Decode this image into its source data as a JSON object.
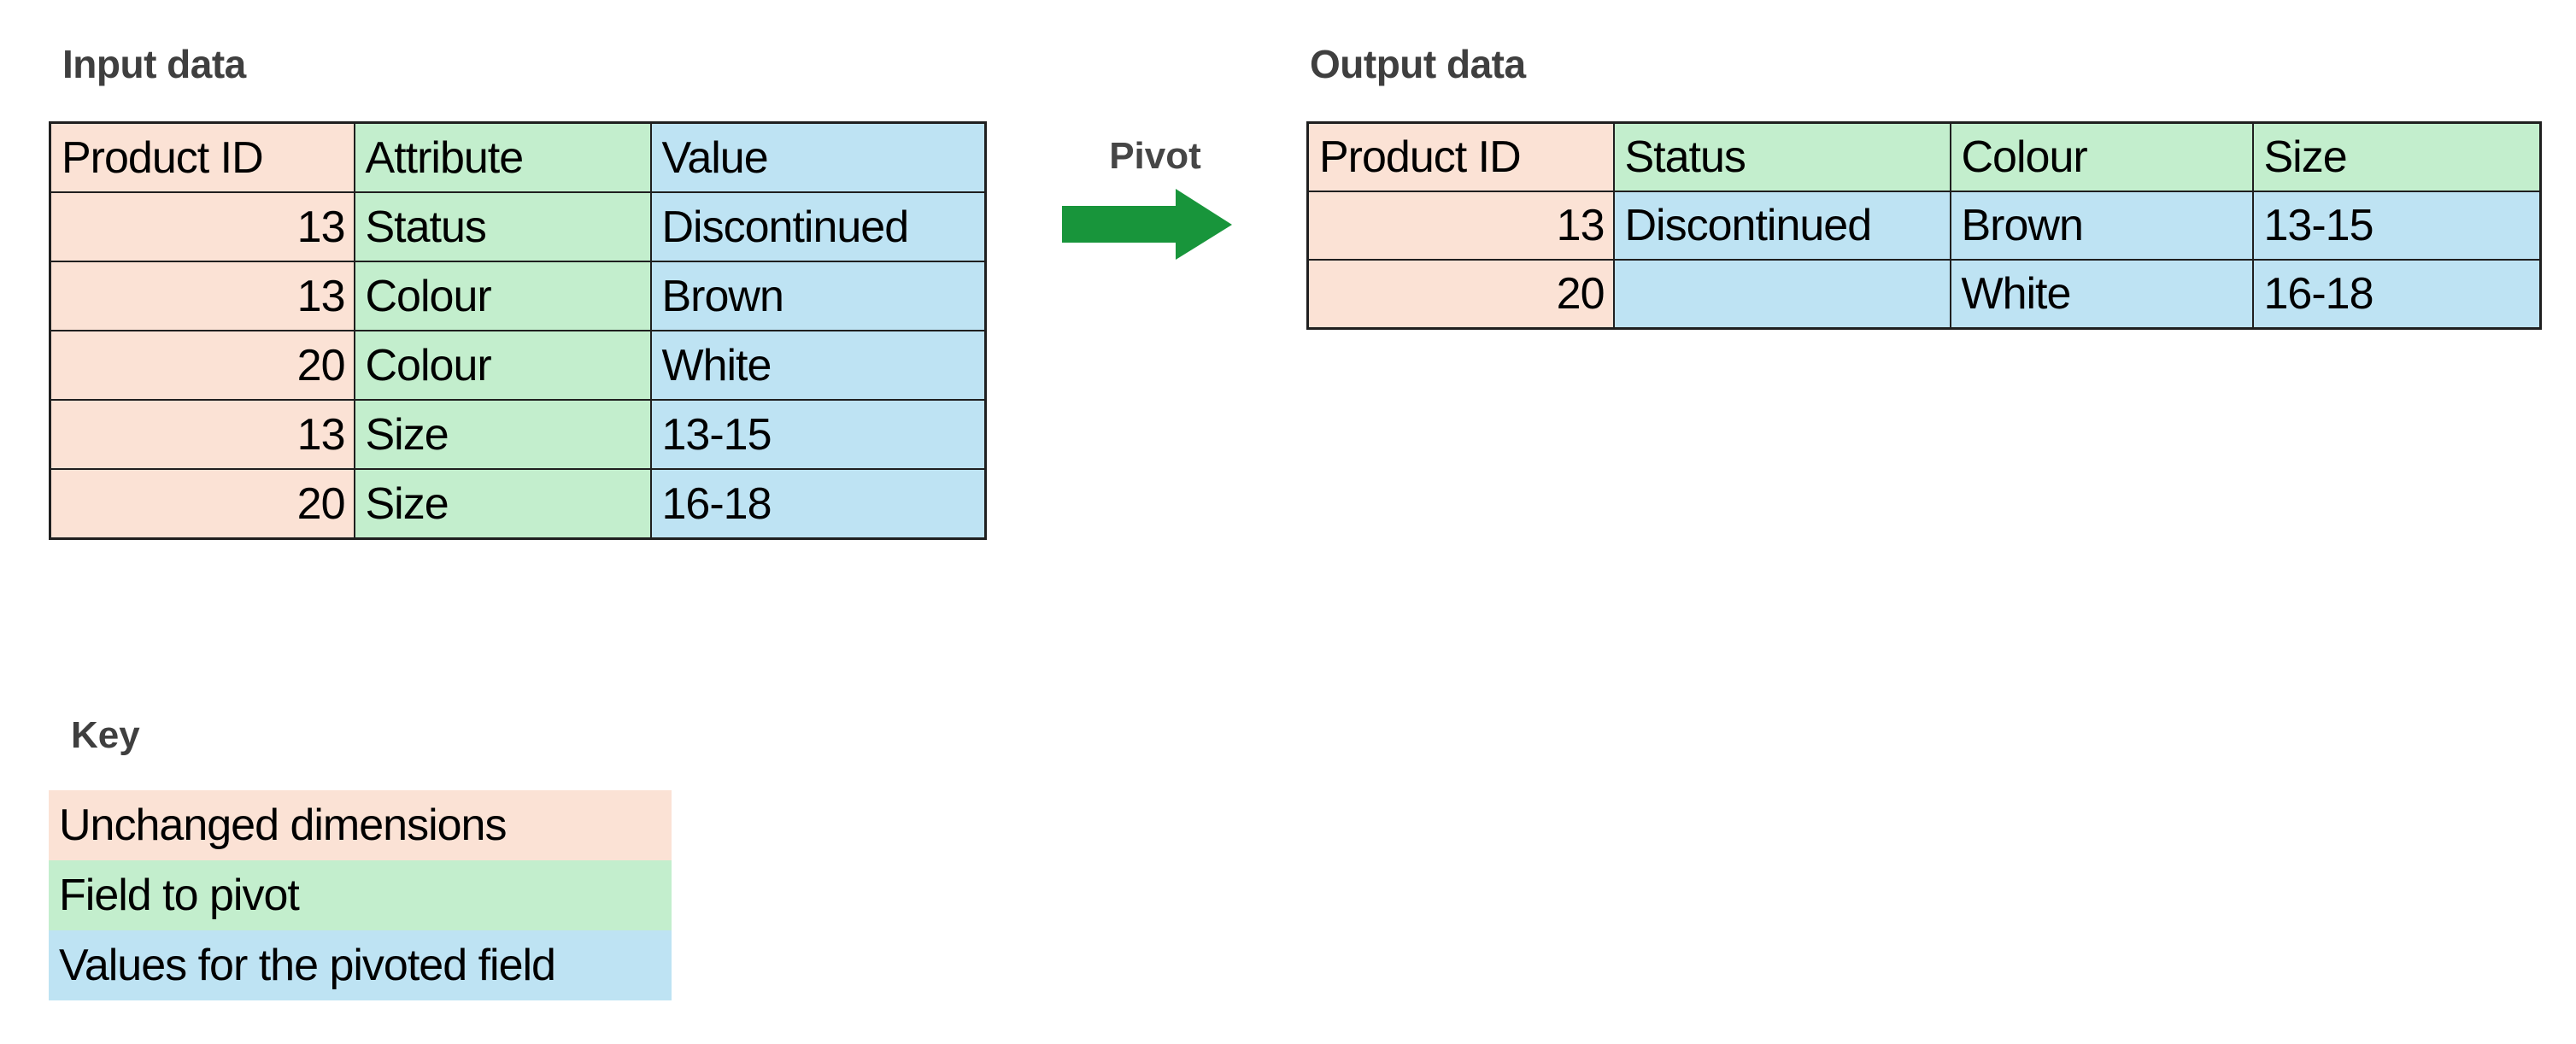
{
  "input_table": {
    "title": "Input data",
    "headers": [
      "Product ID",
      "Attribute",
      "Value"
    ],
    "rows": [
      [
        "13",
        "Status",
        "Discontinued"
      ],
      [
        "13",
        "Colour",
        "Brown"
      ],
      [
        "20",
        "Colour",
        "White"
      ],
      [
        "13",
        "Size",
        "13-15"
      ],
      [
        "20",
        "Size",
        "16-18"
      ]
    ]
  },
  "pivot": {
    "label": "Pivot"
  },
  "output_table": {
    "title": "Output data",
    "headers": [
      "Product ID",
      "Status",
      "Colour",
      "Size"
    ],
    "rows": [
      [
        "13",
        "Discontinued",
        "Brown",
        "13-15"
      ],
      [
        "20",
        "",
        "White",
        "16-18"
      ]
    ]
  },
  "key": {
    "title": "Key",
    "items": [
      {
        "label": "Unchanged dimensions",
        "color": "#FBE2D5"
      },
      {
        "label": "Field to pivot",
        "color": "#C3EECD"
      },
      {
        "label": "Values for the pivoted field",
        "color": "#BEE3F3"
      }
    ]
  },
  "colors": {
    "unchanged_dimensions": "#FBE2D5",
    "field_to_pivot": "#C3EECD",
    "pivoted_values": "#BEE3F3",
    "arrow_green": "#18953B",
    "title_gray": "#3F3F3F",
    "table_border": "#1F1F1F"
  }
}
